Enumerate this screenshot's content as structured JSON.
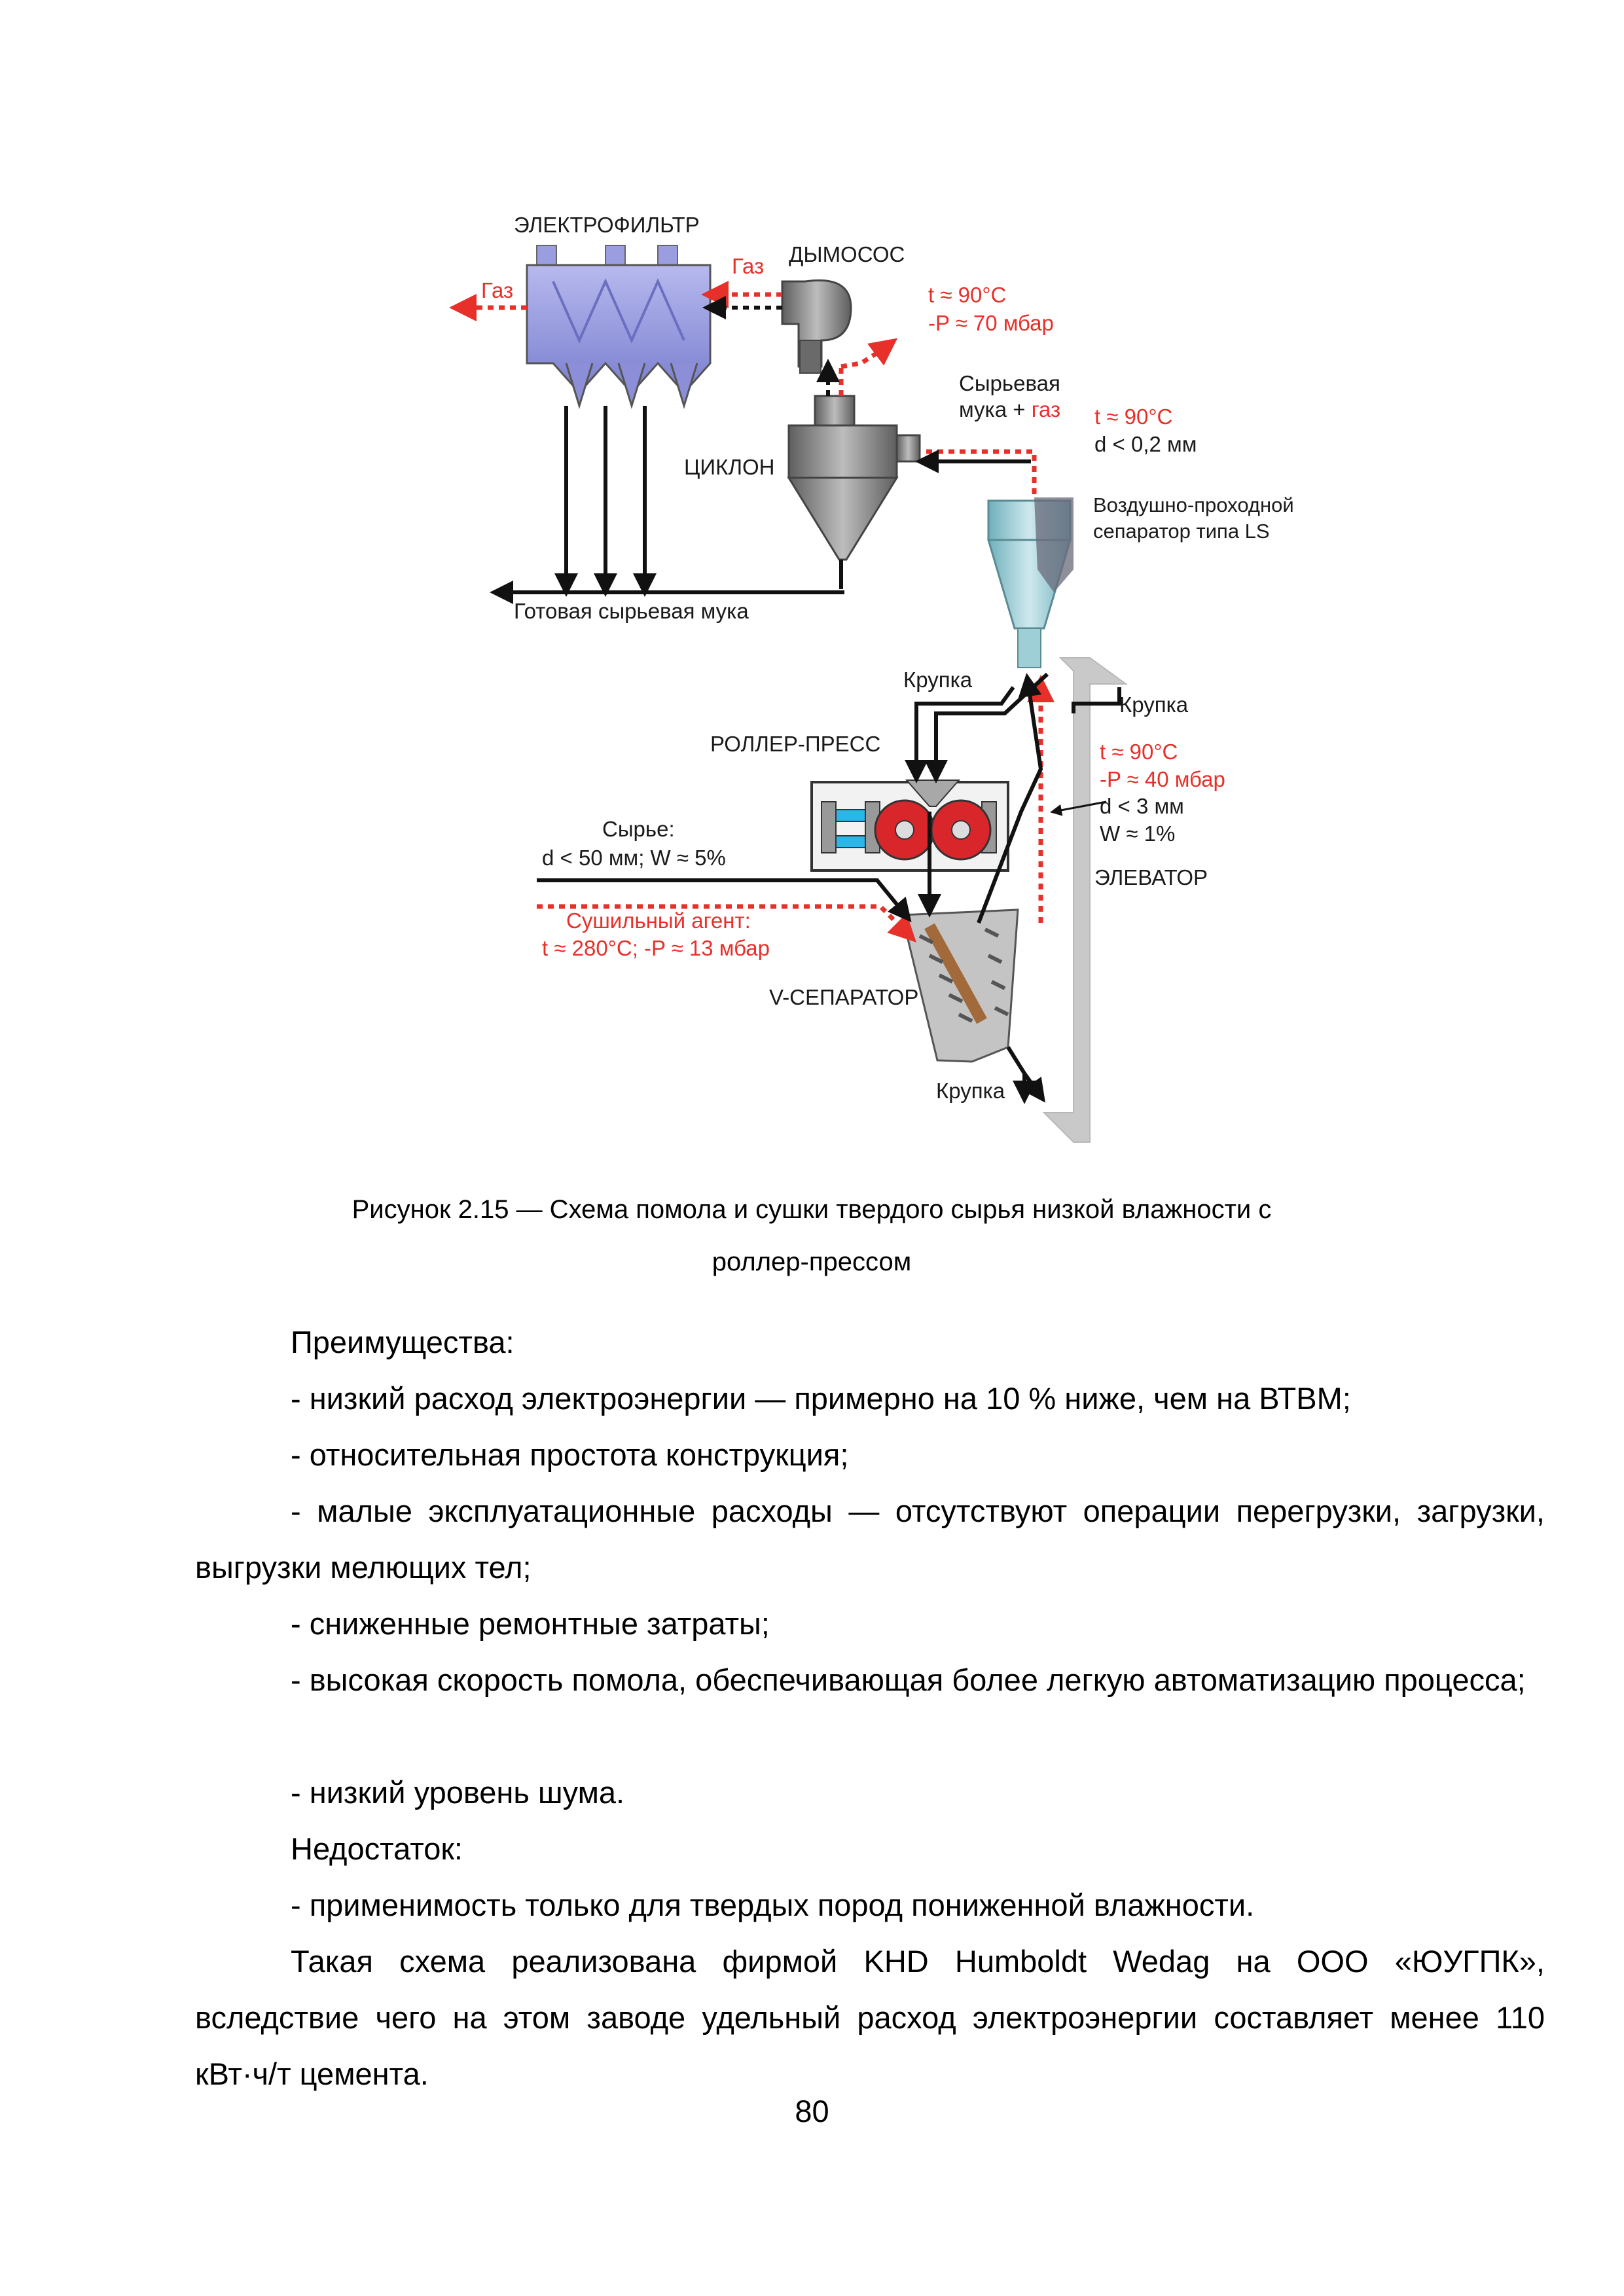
{
  "figure": {
    "labels": {
      "electrofilter": "ЭЛЕКТРОФИЛЬТР",
      "gas_left": "Газ",
      "gas_top": "Газ",
      "smoke_exhauster": "ДЫМОСОС",
      "fan_temp": "t ≈ 90°C",
      "fan_pressure": "-P ≈ 70 мбар",
      "raw_meal_gas_1": "Сырьевая",
      "raw_meal_gas_2": "мука + ",
      "raw_meal_gas_3": "газ",
      "sep_out_temp": "t ≈ 90°C",
      "sep_out_size": "d < 0,2 мм",
      "cyclone": "ЦИКЛОН",
      "separator_ls_1": "Воздушно-проходной",
      "separator_ls_2": "сепаратор типа LS",
      "finished_meal": "Готовая сырьевая мука",
      "grit_left": "Крупка",
      "grit_right": "Крупка",
      "roller_press": "РОЛЛЕР-ПРЕСС",
      "elev_temp": "t ≈ 90°C",
      "elev_pressure": "-P ≈ 40 мбар",
      "elev_size": "d < 3 мм",
      "elev_moisture": "W ≈ 1%",
      "raw_1": "Сырье:",
      "raw_2": "d < 50 мм; W ≈ 5%",
      "elevator": "ЭЛЕВАТОР",
      "drying_agent_1": "Сушильный агент:",
      "drying_agent_2": "t ≈ 280°C; -P ≈ 13 мбар",
      "v_separator": "V-СЕПАРАТОР",
      "grit_bottom": "Крупка"
    },
    "colors": {
      "gas_flow": "#e8302a",
      "material_flow": "#111111",
      "filter_body": "#8c8fd8",
      "equipment_gray": "#8a8a8a",
      "roller_red": "#d9262b",
      "separator_teal": "#8fc6cf",
      "elevator_gray": "#c9c9c9"
    }
  },
  "caption": {
    "line1": "Рисунок 2.15 — Схема помола и сушки твердого сырья низкой влажности с",
    "line2": "роллер-прессом"
  },
  "body": {
    "advantages_heading": "Преимущества:",
    "adv1": "- низкий расход электроэнергии — примерно на 10 % ниже, чем на ВТВМ;",
    "adv2": "- относительная простота конструкция;",
    "adv3": "- малые эксплуатационные расходы — отсутствуют операции перегрузки, загрузки, выгрузки мелющих тел;",
    "adv4": "- сниженные ремонтные затраты;",
    "adv5": "- высокая скорость помола, обеспечивающая более легкую автоматизацию процесса;",
    "adv6": "- низкий уровень шума.",
    "disadvantage_heading": "Недостаток:",
    "dis1": "- применимость только для твердых пород пониженной влажности.",
    "closing": "Такая схема реализована фирмой KHD Humboldt Wedag на ООО «ЮУГПК», вследствие чего на этом заводе удельный расход электроэнергии составляет менее 110 кВт·ч/т цемента."
  },
  "page_number": "80"
}
